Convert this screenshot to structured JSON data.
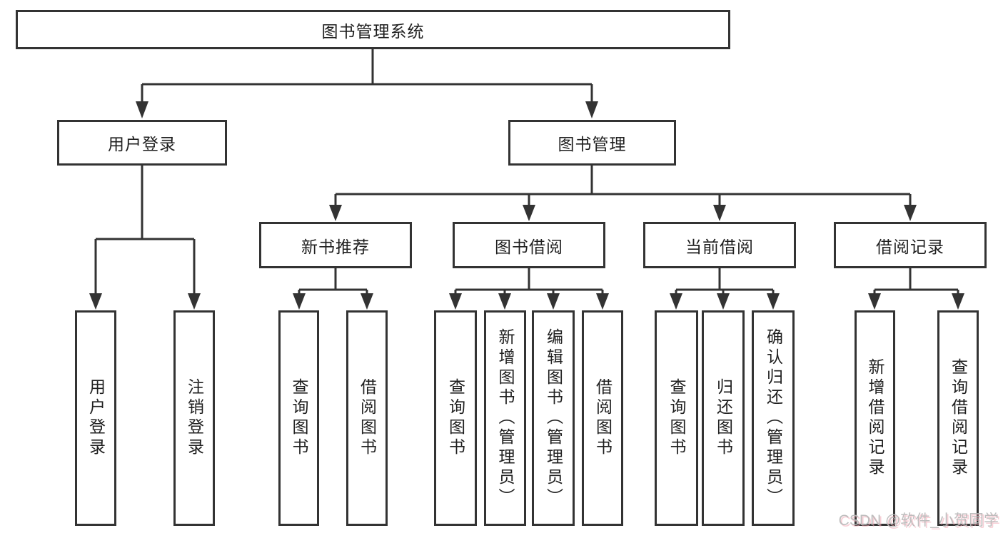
{
  "diagram": {
    "root": {
      "label": "图书管理系统"
    },
    "branches": [
      {
        "label": "用户登录",
        "children": [
          {
            "label": "用户登录"
          },
          {
            "label": "注销登录"
          }
        ]
      },
      {
        "label": "图书管理",
        "children": [
          {
            "label": "新书推荐",
            "children": [
              {
                "label": "查询图书"
              },
              {
                "label": "借阅图书"
              }
            ]
          },
          {
            "label": "图书借阅",
            "children": [
              {
                "label": "查询图书"
              },
              {
                "label": "新增图书（管理员）"
              },
              {
                "label": "编辑图书（管理员）"
              },
              {
                "label": "借阅图书"
              }
            ]
          },
          {
            "label": "当前借阅",
            "children": [
              {
                "label": "查询图书"
              },
              {
                "label": "归还图书"
              },
              {
                "label": "确认归还（管理员）"
              }
            ]
          },
          {
            "label": "借阅记录",
            "children": [
              {
                "label": "新增借阅记录"
              },
              {
                "label": "查询借阅记录"
              }
            ]
          }
        ]
      }
    ]
  },
  "watermark": {
    "text": "CSDN @软件_小贺同学"
  },
  "colors": {
    "line": "#333333",
    "box_border": "#333333",
    "box_background": "#ffffff",
    "text": "#1f1f1f",
    "watermark_gray": "#b9b9b9",
    "watermark_pink": "#f3a8b4"
  }
}
